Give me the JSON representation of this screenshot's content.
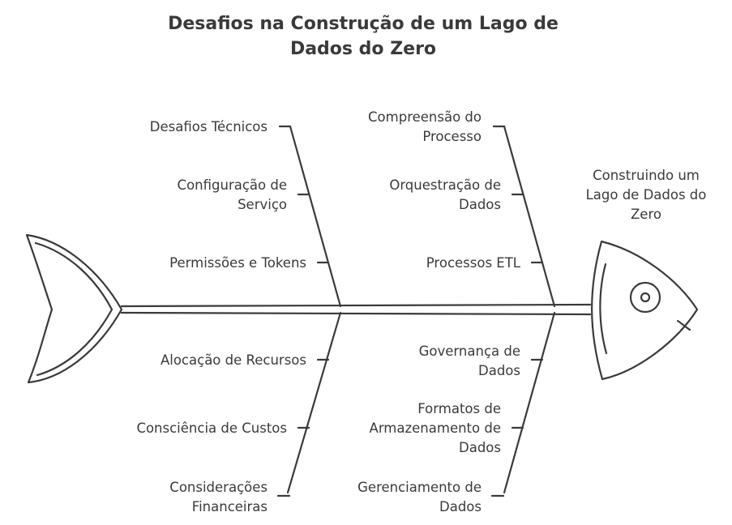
{
  "title": {
    "line1": "Desafios na Construção de um Lago de",
    "line2": "Dados do Zero"
  },
  "head": {
    "line1": "Construindo um",
    "line2": "Lago de Dados do",
    "line3": "Zero"
  },
  "causes": {
    "top_left": [
      {
        "line1": "Desafios Técnicos"
      },
      {
        "line1": "Configuração de",
        "line2": "Serviço"
      },
      {
        "line1": "Permissões e Tokens"
      }
    ],
    "bottom_left": [
      {
        "line1": "Alocação de Recursos"
      },
      {
        "line1": "Consciência de Custos"
      },
      {
        "line1": "Considerações",
        "line2": "Financeiras"
      }
    ],
    "top_right": [
      {
        "line1": "Compreensão do",
        "line2": "Processo"
      },
      {
        "line1": "Orquestração de",
        "line2": "Dados"
      },
      {
        "line1": "Processos ETL"
      }
    ],
    "bottom_right": [
      {
        "line1": "Governança de",
        "line2": "Dados"
      },
      {
        "line1": "Formatos de",
        "line2": "Armazenamento de",
        "line3": "Dados"
      },
      {
        "line1": "Gerenciamento de",
        "line2": "Dados"
      }
    ]
  },
  "colors": {
    "stroke": "#3a3a3a",
    "background": "#ffffff"
  }
}
